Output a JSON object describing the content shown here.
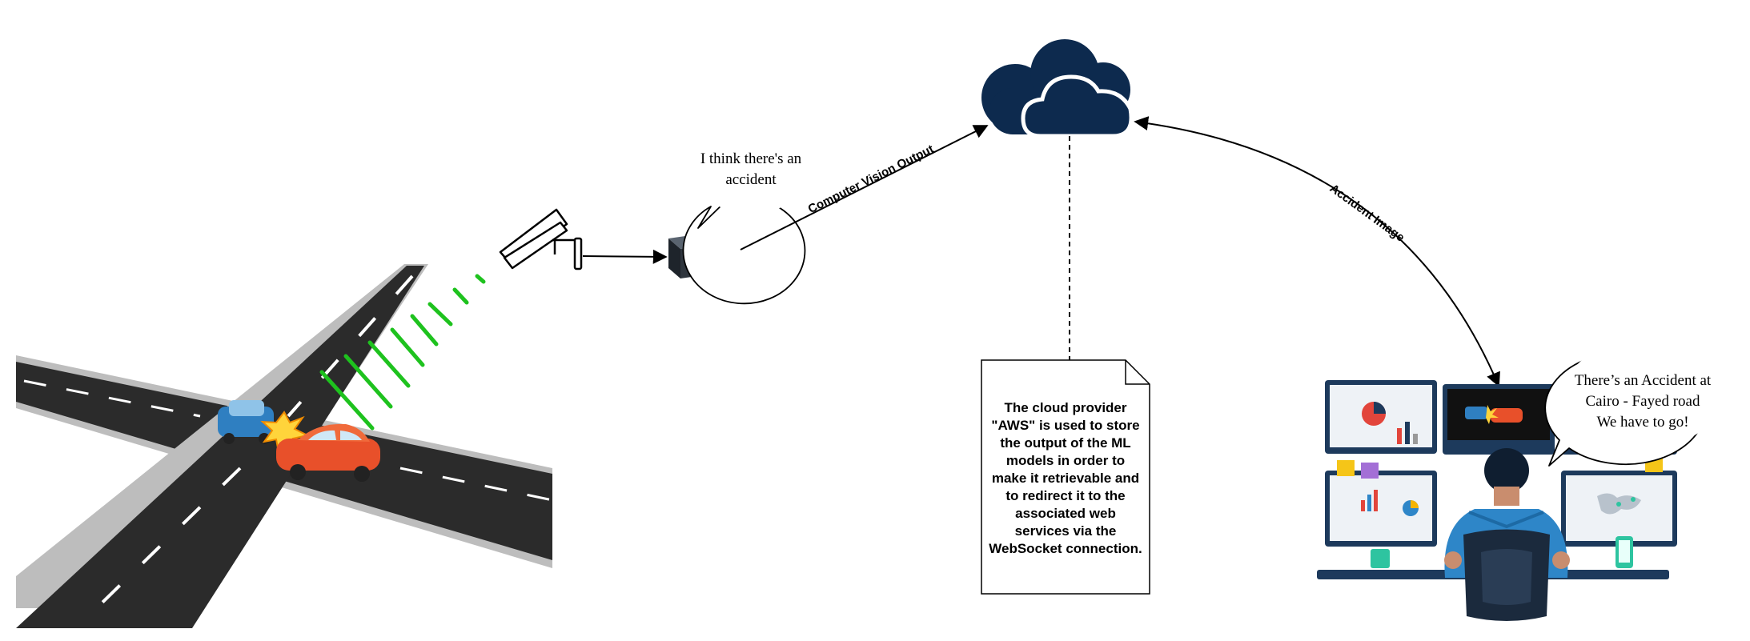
{
  "bubbles": {
    "edge_device": [
      "I think there's an",
      "accident"
    ],
    "operator": [
      "There’s an Accident at",
      "Cairo - Fayed road",
      "We have to go!"
    ]
  },
  "arrows": {
    "computer_vision_output": "Computer Vision Output",
    "accident_image": "Accident Image"
  },
  "note": {
    "lines": [
      "The cloud provider",
      "\"AWS\" is used to store",
      "the output of the ML",
      "models in order to",
      "make it retrievable and",
      "to redirect it to the",
      "associated web",
      "services via the",
      "WebSocket connection."
    ]
  },
  "colors": {
    "cloud": "#0d2a4e",
    "road": "#2b2b2b",
    "signal": "#1ec21e",
    "car_blue": "#2f7fc1",
    "car_red": "#e8502a",
    "operator_shirt": "#2e86c8"
  }
}
